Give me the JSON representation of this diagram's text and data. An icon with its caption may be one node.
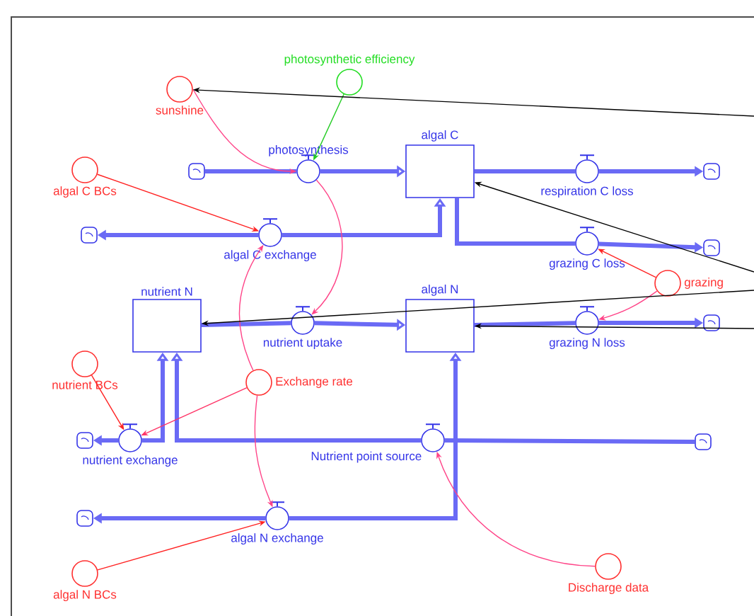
{
  "diagram": {
    "nodes": [
      {
        "text": [
          "photosynthetic  efficiency"
        ]
      },
      {
        "text": [
          "sunshine"
        ]
      },
      {
        "text": [
          "algal  C"
        ]
      },
      {
        "text": [
          "photosynthesis"
        ]
      },
      {
        "text": [
          "algal C BCs"
        ]
      },
      {
        "text": [
          "respiration  C  loss"
        ]
      },
      {
        "text": [
          "algal  C  exchange"
        ]
      },
      {
        "text": [
          "grazing  C  loss"
        ]
      },
      {
        "text": [
          "grazing"
        ]
      },
      {
        "text": [
          "nutrient  N"
        ]
      },
      {
        "text": [
          "algal  N"
        ]
      },
      {
        "text": [
          "nutrient  uptake"
        ]
      },
      {
        "text": [
          "grazing  N  loss"
        ]
      },
      {
        "text": [
          "nutrient  BCs"
        ]
      },
      {
        "text": [
          "Exchange rate"
        ]
      },
      {
        "text": [
          "nutrient  exchange"
        ]
      },
      {
        "text": [
          "Nutrient  point  source"
        ]
      },
      {
        "text": [
          "algal N exchange"
        ]
      },
      {
        "text": [
          "algal N BCs"
        ]
      },
      {
        "text": [
          "Discharge  data"
        ]
      },
      {
        "text": [],
        "shape": "cloud"
      },
      {
        "text": [],
        "shape": "cloud"
      },
      {
        "text": [],
        "shape": "cloud"
      },
      {
        "text": [],
        "shape": "cloud"
      },
      {
        "text": [],
        "shape": "cloud"
      },
      {
        "text": [],
        "shape": "cloud"
      },
      {
        "text": [],
        "shape": "cloud"
      },
      {
        "text": [],
        "shape": "cloud"
      }
    ],
    "edges": [
      {
        "from": 20,
        "to": 3,
        "arrow": "none"
      },
      {
        "from": 3,
        "to": 2,
        "arrow": "to"
      },
      {
        "from": 2,
        "to": 5,
        "arrow": "none"
      },
      {
        "from": 5,
        "to": 21,
        "arrow": "to"
      },
      {
        "from": 6,
        "to": 22,
        "arrow": "to"
      },
      {
        "from": 6,
        "to": 2,
        "arrow": "to"
      },
      {
        "from": 2,
        "to": 7,
        "arrow": "none"
      },
      {
        "from": 7,
        "to": 23,
        "arrow": "to"
      },
      {
        "from": 9,
        "to": 11,
        "arrow": "none"
      },
      {
        "from": 11,
        "to": 10,
        "arrow": "to"
      },
      {
        "from": 10,
        "to": 12,
        "arrow": "none"
      },
      {
        "from": 12,
        "to": 24,
        "arrow": "to"
      },
      {
        "from": 15,
        "to": 25,
        "arrow": "to"
      },
      {
        "from": 15,
        "to": 9,
        "arrow": "to"
      },
      {
        "from": 26,
        "to": 16,
        "arrow": "none"
      },
      {
        "from": 16,
        "to": 9,
        "arrow": "to"
      },
      {
        "from": 17,
        "to": 27,
        "arrow": "to"
      },
      {
        "from": 17,
        "to": 10,
        "arrow": "to"
      },
      {
        "from": 0,
        "to": 3,
        "arrow": "to",
        "color": "#22cc22"
      },
      {
        "from": 1,
        "to": 3,
        "arrow": "to",
        "color": "#ff4488"
      },
      {
        "from": 4,
        "to": 6,
        "arrow": "to",
        "color": "#ff2222"
      },
      {
        "from": 3,
        "to": 11,
        "arrow": "to",
        "color": "#ff4488"
      },
      {
        "from": 14,
        "to": 6,
        "arrow": "to",
        "color": "#ff4488"
      },
      {
        "from": 14,
        "to": 15,
        "arrow": "to",
        "color": "#ff3366"
      },
      {
        "from": 14,
        "to": 17,
        "arrow": "to",
        "color": "#ff4488"
      },
      {
        "from": 13,
        "to": 15,
        "arrow": "to",
        "color": "#ff2222"
      },
      {
        "from": 18,
        "to": 17,
        "arrow": "to",
        "color": "#ff2222"
      },
      {
        "from": 8,
        "to": 7,
        "arrow": "to",
        "color": "#ff2222"
      },
      {
        "from": 8,
        "to": 12,
        "arrow": "to",
        "color": "#ff4488"
      },
      {
        "from": 19,
        "to": 16,
        "arrow": "to",
        "color": "#ff4488"
      },
      {
        "from": null,
        "to": 1,
        "arrow": "to",
        "color": "#000000"
      },
      {
        "from": null,
        "to": 2,
        "arrow": "to",
        "color": "#000000"
      },
      {
        "from": null,
        "to": 9,
        "arrow": "to",
        "color": "#000000"
      },
      {
        "from": null,
        "to": 10,
        "arrow": "to",
        "color": "#000000"
      }
    ]
  }
}
